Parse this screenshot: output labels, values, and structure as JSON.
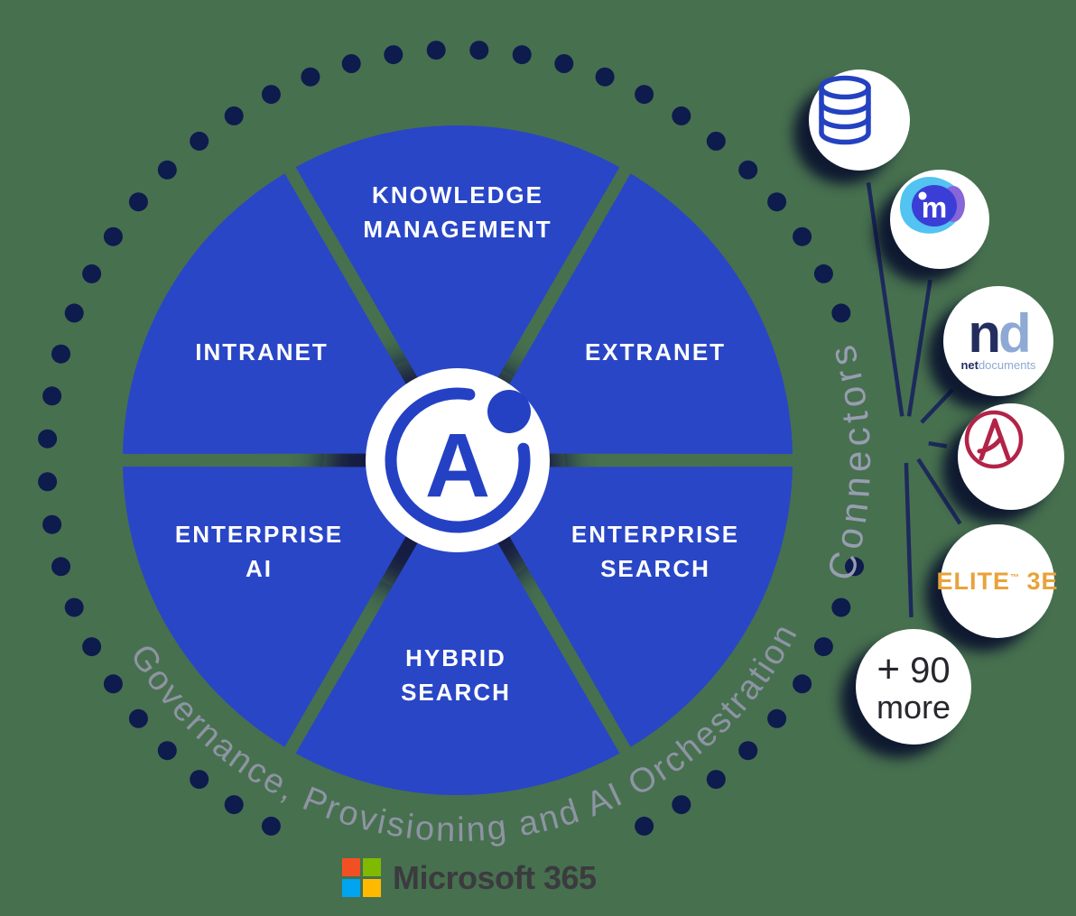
{
  "diagram": {
    "segments": {
      "knowledge_management": {
        "line1": "KNOWLEDGE",
        "line2": "MANAGEMENT"
      },
      "intranet": {
        "line1": "INTRANET"
      },
      "extranet": {
        "line1": "EXTRANET"
      },
      "enterprise_ai": {
        "line1": "ENTERPRISE",
        "line2": "AI"
      },
      "enterprise_search": {
        "line1": "ENTERPRISE",
        "line2": "SEARCH"
      },
      "hybrid_search": {
        "line1": "HYBRID",
        "line2": "SEARCH"
      }
    },
    "ring_label": "Governance, Provisioning and AI Orchestration",
    "connectors_label": "Connectors",
    "center_logo_letter": "A"
  },
  "connectors": {
    "database": {
      "icon": "database-icon"
    },
    "imanage": {
      "icon": "imanage-logo",
      "letter": "m"
    },
    "netdocuments": {
      "icon": "netdocuments-logo",
      "big_n": "n",
      "big_d": "d",
      "sub_bold": "net",
      "sub_light": "documents"
    },
    "aderant": {
      "icon": "aderant-logo"
    },
    "elite": {
      "icon": "elite-3e-logo",
      "label": "ELITE",
      "tm": "™",
      "suffix": " 3E"
    },
    "more": {
      "plus": "+",
      "count": "90",
      "more_label": "more"
    }
  },
  "footer": {
    "microsoft_label": "Microsoft 365"
  },
  "colors": {
    "bg_green": "#47704f",
    "pie_blue": "#2946c7",
    "logo_blue": "#2441c4",
    "navy": "#0e1b4d",
    "line_navy": "#1d2a5c",
    "gray_text": "#8e94a3",
    "gray_text2": "#989db0",
    "nd_navy": "#232e5f",
    "nd_lightblue": "#8ea9d4",
    "elite_orange": "#e9a23a",
    "aderant_red": "#b32347",
    "imanage_lightblue": "#53c3f1",
    "imanage_royal": "#3a3ed6",
    "imanage_purple": "#8666d8",
    "db_icon_blue": "#2341c0",
    "more_text": "#26262c",
    "ms_red": "#f25022",
    "ms_green": "#7fba00",
    "ms_blue": "#00a4ef",
    "ms_yellow": "#ffb900",
    "ms_text": "#3b3b3f"
  }
}
